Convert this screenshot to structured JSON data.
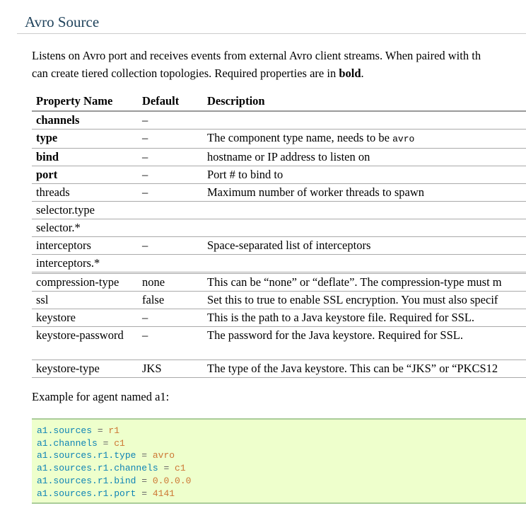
{
  "section": {
    "title": "Avro Source"
  },
  "intro": {
    "text1": "Listens on Avro port and receives events from external Avro client streams. When paired with th",
    "text2": "can create tiered collection topologies. Required properties are in ",
    "bold_word": "bold",
    "text2_end": "."
  },
  "table": {
    "headers": [
      "Property Name",
      "Default",
      "Description"
    ],
    "rows": [
      {
        "name": "channels",
        "default": "–",
        "desc": "",
        "code": "",
        "bold": true
      },
      {
        "name": "type",
        "default": "–",
        "desc": "The component type name, needs to be ",
        "code": "avro",
        "bold": true
      },
      {
        "name": "bind",
        "default": "–",
        "desc": "hostname or IP address to listen on",
        "code": "",
        "bold": true
      },
      {
        "name": "port",
        "default": "–",
        "desc": "Port # to bind to",
        "code": "",
        "bold": true
      },
      {
        "name": "threads",
        "default": "–",
        "desc": "Maximum number of worker threads to spawn",
        "code": "",
        "bold": false
      },
      {
        "name": "selector.type",
        "default": "",
        "desc": "",
        "code": "",
        "bold": false
      },
      {
        "name": "selector.*",
        "default": "",
        "desc": "",
        "code": "",
        "bold": false
      },
      {
        "name": "interceptors",
        "default": "–",
        "desc": "Space-separated list of interceptors",
        "code": "",
        "bold": false
      },
      {
        "name": "interceptors.*",
        "default": "",
        "desc": "",
        "code": "",
        "bold": false
      },
      {
        "name": "compression-type",
        "default": "none",
        "desc": "This can be “none” or “deflate”. The compression-type must m",
        "code": "",
        "bold": false
      },
      {
        "name": "ssl",
        "default": "false",
        "desc": "Set this to true to enable SSL encryption. You must also specif",
        "code": "",
        "bold": false
      },
      {
        "name": "keystore",
        "default": "–",
        "desc": "This is the path to a Java keystore file. Required for SSL.",
        "code": "",
        "bold": false
      },
      {
        "name": "keystore-password",
        "default": "–",
        "desc": "The password for the Java keystore. Required for SSL.",
        "code": "",
        "bold": false
      },
      {
        "name": "keystore-type",
        "default": "JKS",
        "desc": "The type of the Java keystore. This can be “JKS” or “PKCS12",
        "code": "",
        "bold": false
      }
    ]
  },
  "example": {
    "label": "Example for agent named a1:",
    "lines": [
      {
        "key": "a1.sources",
        "value": "r1"
      },
      {
        "key": "a1.channels",
        "value": "c1"
      },
      {
        "key": "a1.sources.r1.type",
        "value": "avro"
      },
      {
        "key": "a1.sources.r1.channels",
        "value": "c1"
      },
      {
        "key": "a1.sources.r1.bind",
        "value": "0.0.0.0"
      },
      {
        "key": "a1.sources.r1.port",
        "value": "4141"
      }
    ]
  }
}
